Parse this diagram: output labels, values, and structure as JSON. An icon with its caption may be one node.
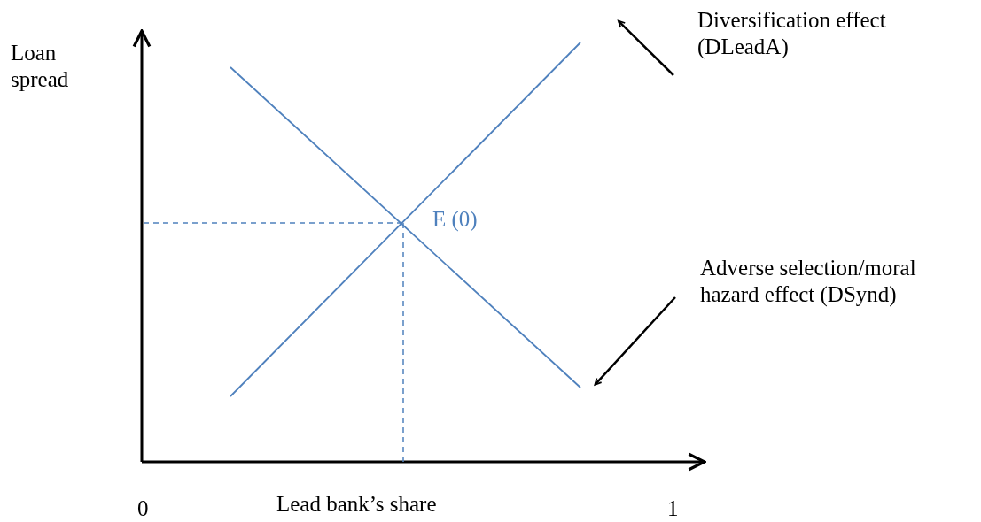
{
  "diagram": {
    "nodes": [
      {
        "text": [
          "Diversification effect (DLeadA)"
        ]
      },
      {
        "text": [],
        "shape": "line"
      },
      {
        "text": [
          "Adverse selection/moral hazard effect (DSynd)"
        ]
      },
      {
        "text": [],
        "shape": "line"
      }
    ],
    "edges": [
      {
        "from": 0,
        "to": 1,
        "arrow": "to"
      },
      {
        "from": 2,
        "to": 3,
        "arrow": "to"
      }
    ],
    "labels": [
      "Loan spread",
      "E (0)",
      "0",
      "Lead bank’s share",
      "1"
    ]
  }
}
